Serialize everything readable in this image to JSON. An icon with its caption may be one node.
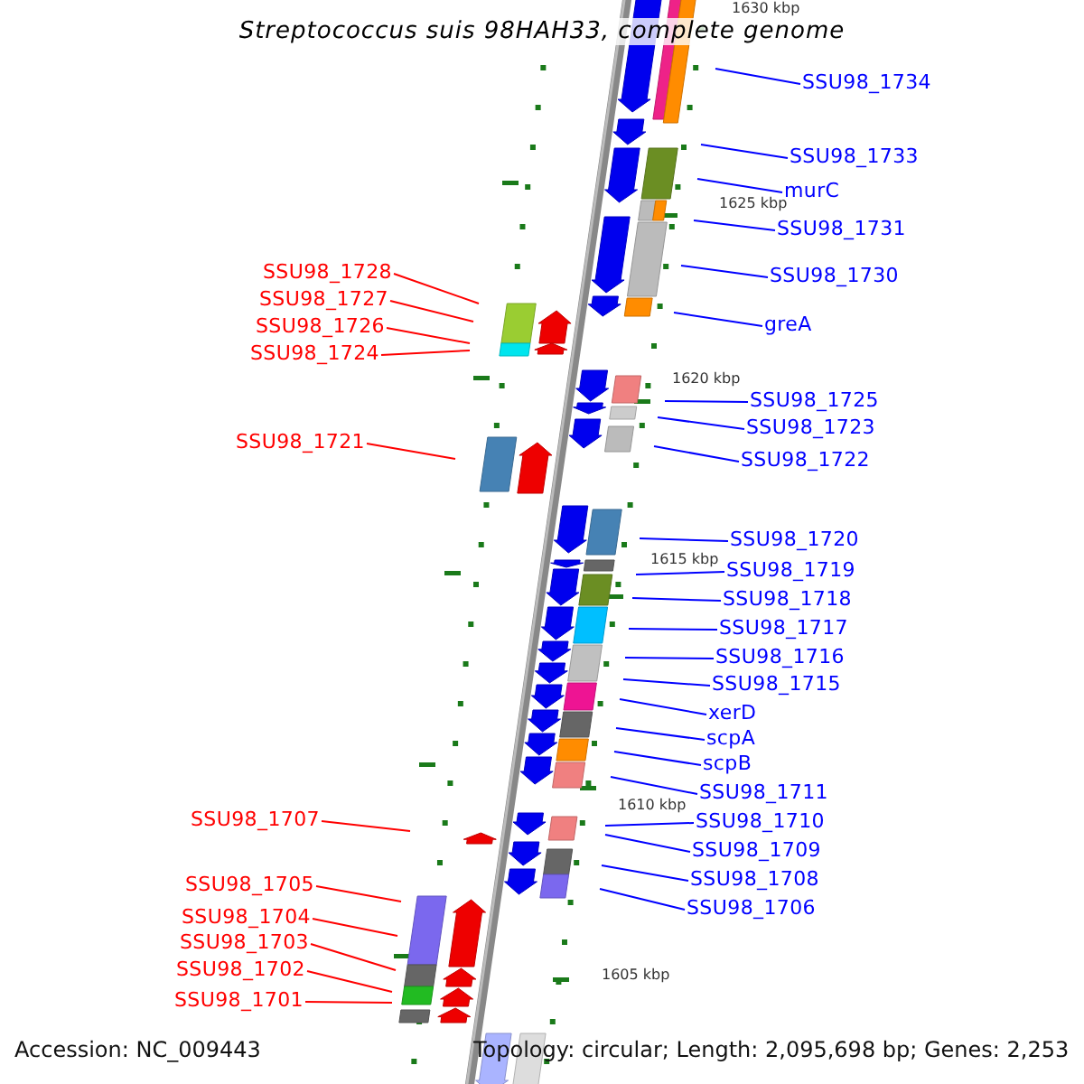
{
  "diagram": {
    "title": "Streptococcus suis 98HAH33, complete genome",
    "nodes": [
      {
        "text": [
          "SSU98_1734"
        ]
      },
      {
        "text": [
          "SSU98_1733"
        ]
      },
      {
        "text": [
          "murC"
        ]
      },
      {
        "text": [
          "SSU98_1731"
        ]
      },
      {
        "text": [
          "SSU98_1728"
        ]
      },
      {
        "text": [
          "SSU98_1730"
        ]
      },
      {
        "text": [
          "SSU98_1727"
        ]
      },
      {
        "text": [
          "greA"
        ]
      },
      {
        "text": [
          "SSU98_1726"
        ]
      },
      {
        "text": [
          "SSU98_1724"
        ]
      },
      {
        "text": [
          "SSU98_1725"
        ]
      },
      {
        "text": [
          "SSU98_1723"
        ]
      },
      {
        "text": [
          "SSU98_1721"
        ]
      },
      {
        "text": [
          "SSU98_1722"
        ]
      },
      {
        "text": [
          "SSU98_1720"
        ]
      },
      {
        "text": [
          "SSU98_1719"
        ]
      },
      {
        "text": [
          "SSU98_1718"
        ]
      },
      {
        "text": [
          "SSU98_1717"
        ]
      },
      {
        "text": [
          "SSU98_1716"
        ]
      },
      {
        "text": [
          "SSU98_1715"
        ]
      },
      {
        "text": [
          "xerD"
        ]
      },
      {
        "text": [
          "scpA"
        ]
      },
      {
        "text": [
          "scpB"
        ]
      },
      {
        "text": [
          "SSU98_1711"
        ]
      },
      {
        "text": [
          "SSU98_1707"
        ]
      },
      {
        "text": [
          "SSU98_1710"
        ]
      },
      {
        "text": [
          "SSU98_1709"
        ]
      },
      {
        "text": [
          "SSU98_1708"
        ]
      },
      {
        "text": [
          "SSU98_1705"
        ]
      },
      {
        "text": [
          "SSU98_1706"
        ]
      },
      {
        "text": [
          "SSU98_1704"
        ]
      },
      {
        "text": [
          "SSU98_1703"
        ]
      },
      {
        "text": [
          "SSU98_1702"
        ]
      },
      {
        "text": [
          "SSU98_1701"
        ]
      }
    ],
    "edges": [
      {
        "from": 0,
        "to": null,
        "arrow": "none"
      },
      {
        "from": 1,
        "to": null,
        "arrow": "none"
      },
      {
        "from": 2,
        "to": null,
        "arrow": "none"
      },
      {
        "from": 3,
        "to": null,
        "arrow": "none"
      },
      {
        "from": 4,
        "to": null,
        "arrow": "none",
        "color": "#ff0000"
      },
      {
        "from": 5,
        "to": null,
        "arrow": "none"
      },
      {
        "from": 6,
        "to": null,
        "arrow": "none",
        "color": "#ff0000"
      },
      {
        "from": 7,
        "to": null,
        "arrow": "none"
      },
      {
        "from": 8,
        "to": null,
        "arrow": "none",
        "color": "#ff0000"
      },
      {
        "from": 9,
        "to": null,
        "arrow": "none",
        "color": "#ff0000"
      },
      {
        "from": 10,
        "to": null,
        "arrow": "none"
      },
      {
        "from": 11,
        "to": null,
        "arrow": "none"
      },
      {
        "from": 12,
        "to": null,
        "arrow": "none",
        "color": "#ff0000"
      },
      {
        "from": 13,
        "to": null,
        "arrow": "none"
      },
      {
        "from": 14,
        "to": null,
        "arrow": "none"
      },
      {
        "from": 15,
        "to": null,
        "arrow": "none"
      },
      {
        "from": 16,
        "to": null,
        "arrow": "none"
      },
      {
        "from": 17,
        "to": null,
        "arrow": "none"
      },
      {
        "from": 18,
        "to": null,
        "arrow": "none"
      },
      {
        "from": 19,
        "to": null,
        "arrow": "none"
      },
      {
        "from": 20,
        "to": null,
        "arrow": "none"
      },
      {
        "from": 21,
        "to": null,
        "arrow": "none"
      },
      {
        "from": 22,
        "to": null,
        "arrow": "none"
      },
      {
        "from": 23,
        "to": null,
        "arrow": "none"
      },
      {
        "from": 24,
        "to": null,
        "arrow": "none",
        "color": "#ff0000"
      },
      {
        "from": 25,
        "to": null,
        "arrow": "none"
      },
      {
        "from": 26,
        "to": null,
        "arrow": "none"
      },
      {
        "from": 27,
        "to": null,
        "arrow": "none"
      },
      {
        "from": 28,
        "to": null,
        "arrow": "none",
        "color": "#ff0000"
      },
      {
        "from": 29,
        "to": null,
        "arrow": "none"
      },
      {
        "from": 30,
        "to": null,
        "arrow": "none",
        "color": "#ff0000"
      },
      {
        "from": 31,
        "to": null,
        "arrow": "none",
        "color": "#ff0000"
      },
      {
        "from": 32,
        "to": null,
        "arrow": "none",
        "color": "#ff0000"
      },
      {
        "from": 33,
        "to": null,
        "arrow": "none",
        "color": "#ff0000"
      }
    ],
    "labels": [
      "1630 kbp",
      "1625 kbp",
      "1620 kbp",
      "1615 kbp",
      "1610 kbp",
      "1605 kbp",
      "Accession: NC_009443",
      "Topology: circular; Length: 2,095,698 bp; Genes: 2,253"
    ]
  }
}
